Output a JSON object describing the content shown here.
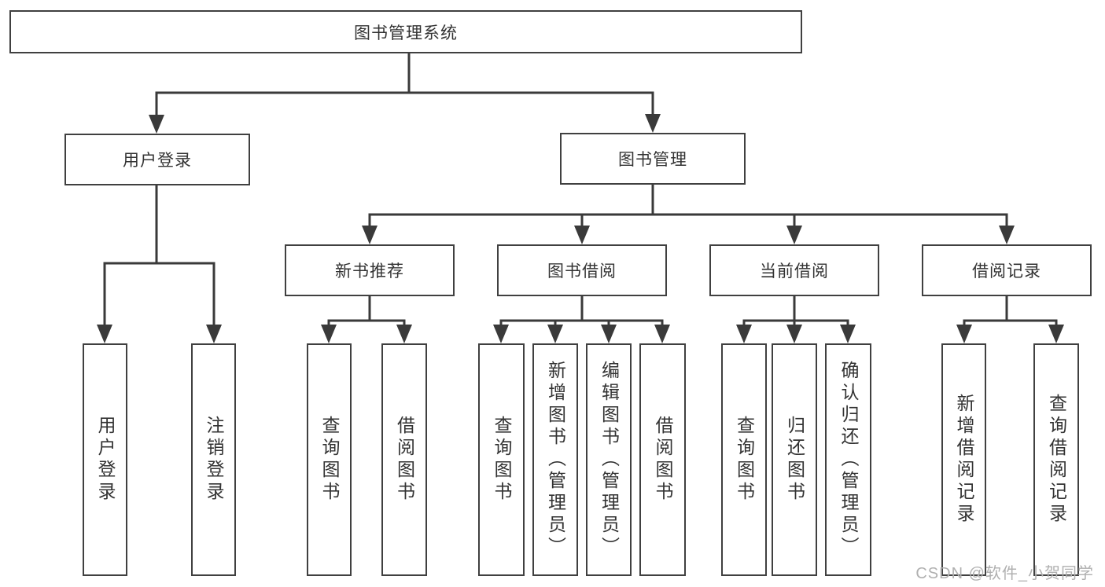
{
  "diagram": {
    "tree": {
      "label": "图书管理系统",
      "children": [
        {
          "label": "用户登录",
          "children": [
            {
              "label": "用户登录"
            },
            {
              "label": "注销登录"
            }
          ]
        },
        {
          "label": "图书管理",
          "children": [
            {
              "label": "新书推荐",
              "children": [
                {
                  "label": "查询图书"
                },
                {
                  "label": "借阅图书"
                }
              ]
            },
            {
              "label": "图书借阅",
              "children": [
                {
                  "label": "查询图书"
                },
                {
                  "label": "新增图书（管理员）"
                },
                {
                  "label": "编辑图书（管理员）"
                },
                {
                  "label": "借阅图书"
                }
              ]
            },
            {
              "label": "当前借阅",
              "children": [
                {
                  "label": "查询图书"
                },
                {
                  "label": "归还图书"
                },
                {
                  "label": "确认归还（管理员）"
                }
              ]
            },
            {
              "label": "借阅记录",
              "children": [
                {
                  "label": "新增借阅记录"
                },
                {
                  "label": "查询借阅记录"
                }
              ]
            }
          ]
        }
      ]
    },
    "watermark": "CSDN @软件_小贺同学",
    "colors": {
      "line": "#3a3a3a",
      "box_border": "#404040",
      "text": "#333333",
      "watermark": "#b0b0b0",
      "background": "#ffffff"
    }
  }
}
